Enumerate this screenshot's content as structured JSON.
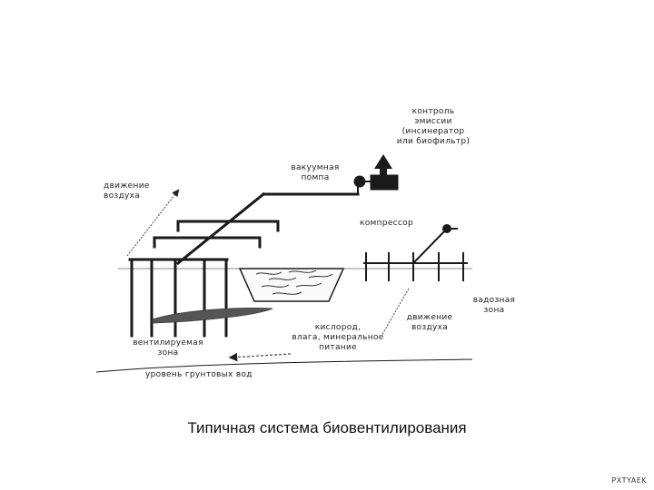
{
  "labels": {
    "emission_control": "контроль\nэмиссии\n(инсинератор\nили биофильтр)",
    "vacuum_pump": "вакуумная\nпомпа",
    "air_movement_left": "движение\nвоздуха",
    "compressor": "компрессор",
    "vadose_zone": "вадозная\nзона",
    "air_movement_right": "движение\nвоздуха",
    "oxygen_nutrients": "кислород,\nвлага, минеральное\nпитание",
    "ventilated_zone": "вентилируемая\nзона",
    "groundwater_level": "уровень грунтовых вод"
  },
  "title": "Типичная система биовентилирования",
  "brand": "PXTYAEK",
  "colors": {
    "line": "#1a1a1a",
    "ground": "#777777",
    "shade": "#555555"
  }
}
